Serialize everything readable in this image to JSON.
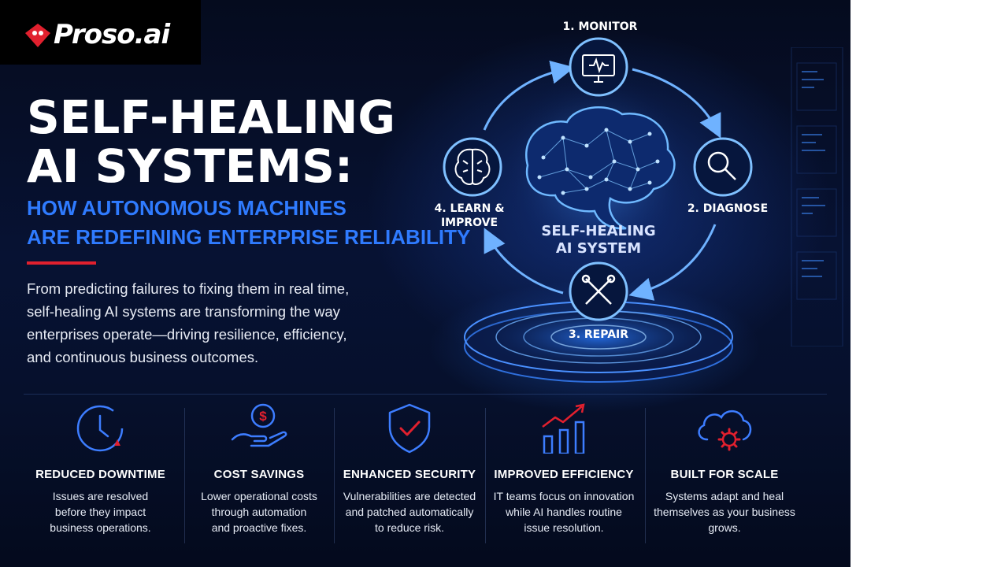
{
  "brand": {
    "name": "Proso.ai"
  },
  "hero": {
    "title_line1": "SELF-HEALING",
    "title_line2": "AI SYSTEMS:",
    "subtitle_line1": "HOW AUTONOMOUS MACHINES",
    "subtitle_line2": "ARE REDEFINING ENTERPRISE RELIABILITY",
    "intro_line1": "From predicting failures to fixing them in real time,",
    "intro_line2": "self-healing AI systems are transforming the way",
    "intro_line3": "enterprises operate—driving resilience, efficiency,",
    "intro_line4": "and continuous business outcomes."
  },
  "cycle": {
    "center_line1": "SELF-HEALING",
    "center_line2": "AI SYSTEM",
    "steps": [
      {
        "line1": "1. MONITOR",
        "icon": "monitor-icon"
      },
      {
        "line1": "2. DIAGNOSE",
        "icon": "magnifier-icon"
      },
      {
        "line1": "3. REPAIR",
        "icon": "tools-icon"
      },
      {
        "line1": "4. LEARN &",
        "line2": "IMPROVE",
        "icon": "brain-icon"
      }
    ]
  },
  "benefits": [
    {
      "title": "REDUCED DOWNTIME",
      "line1": "Issues are resolved",
      "line2": "before they impact",
      "line3": "business operations.",
      "icon": "clock-icon"
    },
    {
      "title": "COST SAVINGS",
      "line1": "Lower operational costs",
      "line2": "through automation",
      "line3": "and proactive fixes.",
      "icon": "money-hand-icon"
    },
    {
      "title": "ENHANCED SECURITY",
      "line1": "Vulnerabilities are detected",
      "line2": "and patched automatically",
      "line3": "to reduce risk.",
      "icon": "shield-check-icon"
    },
    {
      "title": "IMPROVED EFFICIENCY",
      "line1": "IT teams focus on innovation",
      "line2": "while AI handles routine",
      "line3": "issue resolution.",
      "icon": "growth-chart-icon"
    },
    {
      "title": "BUILT FOR SCALE",
      "line1": "Systems adapt and heal",
      "line2": "themselves as your business",
      "line3": "grows.",
      "icon": "cloud-gear-icon"
    }
  ],
  "colors": {
    "accent_blue": "#2f7bff",
    "accent_red": "#e1202e",
    "icon_blue": "#3d7dff",
    "background": "#06102c"
  }
}
